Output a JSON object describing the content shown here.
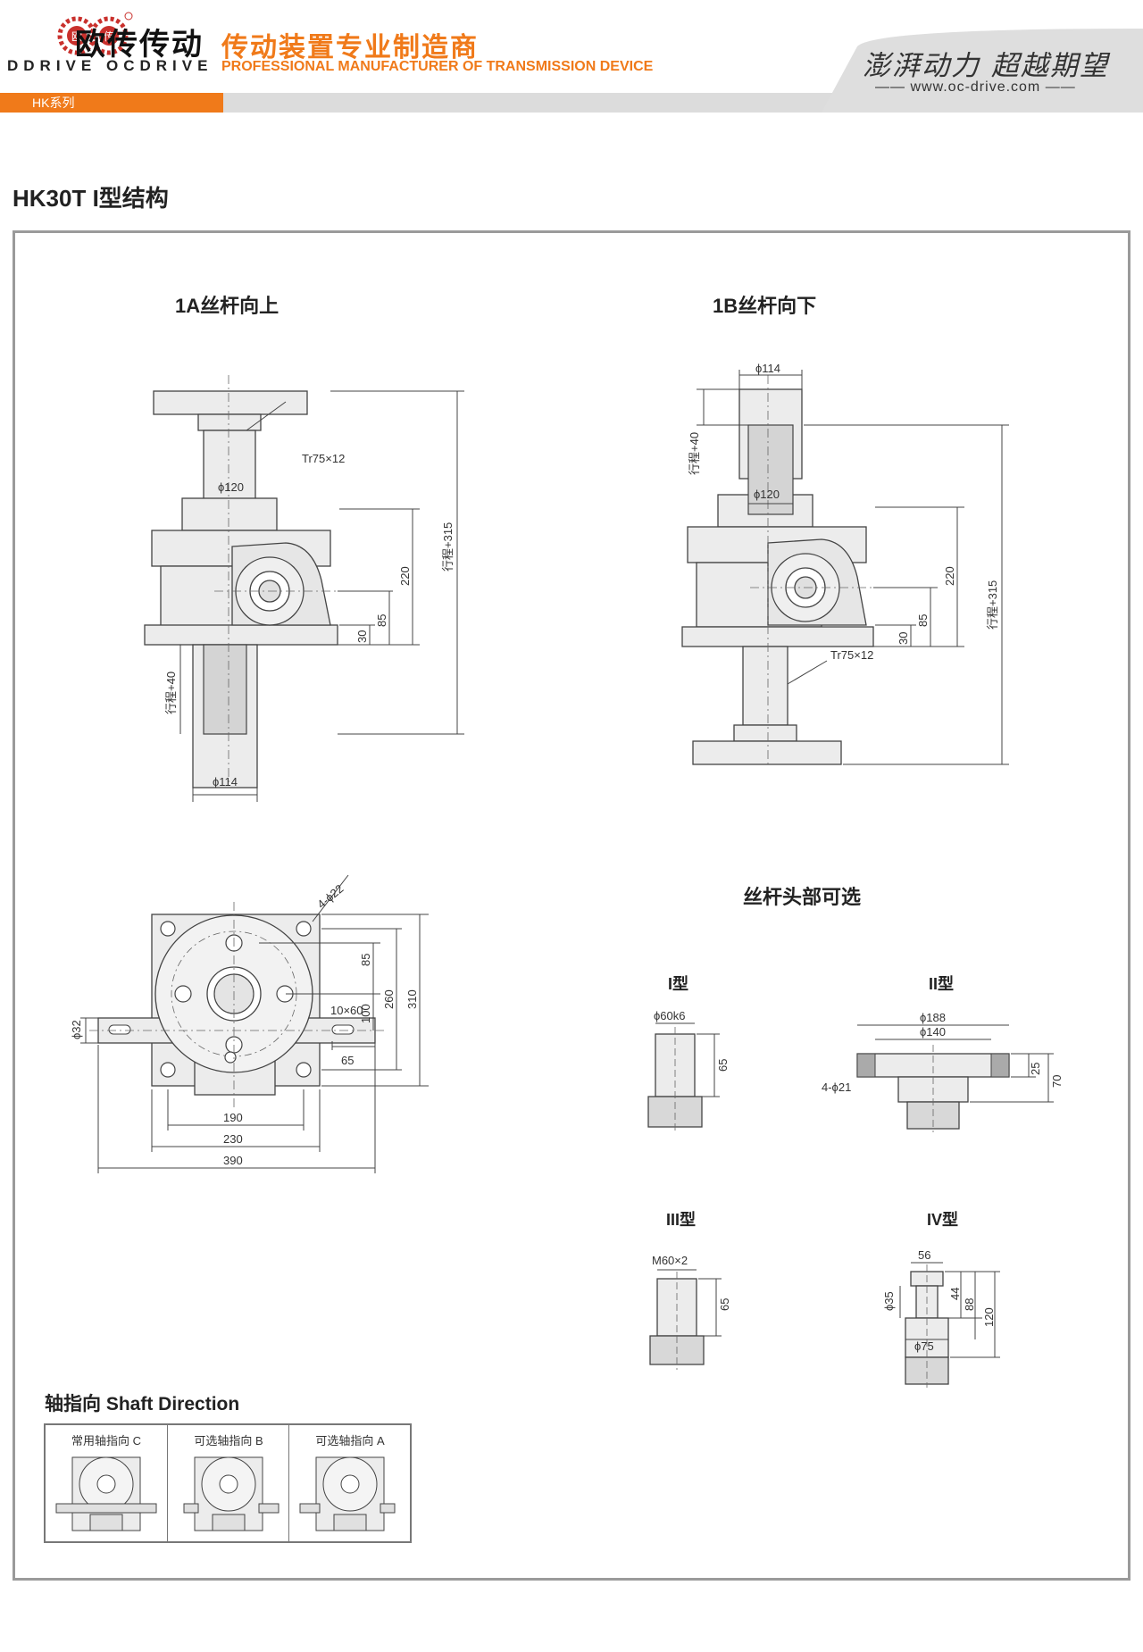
{
  "header": {
    "brand_cn": "欧传传动",
    "brand_en": "OCDRIVE",
    "logo_text_1": "欧",
    "logo_text_2": "传",
    "logo_text_3": "DDRIVE",
    "tagline_cn": "传动装置专业制造商",
    "tagline_en": "PROFESSIONAL MANUFACTURER OF TRANSMISSION DEVICE",
    "series": "HK系列",
    "slogan": "澎湃动力 超越期望",
    "website": "www.oc-drive.com"
  },
  "page_title": "HK30T I型结构",
  "views": {
    "up": {
      "title": "1A丝杆向上",
      "thread": "Tr75×12",
      "dia_nut": "ϕ120",
      "dia_bottom": "ϕ114",
      "stroke_top": "行程+315",
      "stroke_bottom": "行程+40",
      "h220": "220",
      "h85": "85",
      "h30": "30"
    },
    "down": {
      "title": "1B丝杆向下",
      "thread": "Tr75×12",
      "dia_nut": "ϕ120",
      "dia_top": "ϕ114",
      "stroke_top": "行程+40",
      "stroke_bottom": "行程+315",
      "h220": "220",
      "h85": "85",
      "h30": "30"
    },
    "plan": {
      "holes": "4-ϕ22",
      "key": "10×60",
      "shaft_dia": "ϕ32",
      "d85": "85",
      "d100": "100",
      "d260": "260",
      "d310": "310",
      "d65": "65",
      "w190": "190",
      "w230": "230",
      "w390": "390"
    }
  },
  "screw_heads": {
    "title": "丝杆头部可选",
    "type1": {
      "name": "I型",
      "dia": "ϕ60k6",
      "len": "65"
    },
    "type2": {
      "name": "II型",
      "od": "ϕ188",
      "pcd": "ϕ140",
      "holes": "4-ϕ21",
      "t": "25",
      "h": "70"
    },
    "type3": {
      "name": "III型",
      "thread": "M60×2",
      "len": "65"
    },
    "type4": {
      "name": "IV型",
      "w": "56",
      "d35": "ϕ35",
      "d75": "ϕ75",
      "h44": "44",
      "h88": "88",
      "h120": "120"
    }
  },
  "shaft_direction": {
    "title": "轴指向 Shaft Direction",
    "options": [
      "常用轴指向 C",
      "可选轴指向 B",
      "可选轴指向 A"
    ]
  }
}
